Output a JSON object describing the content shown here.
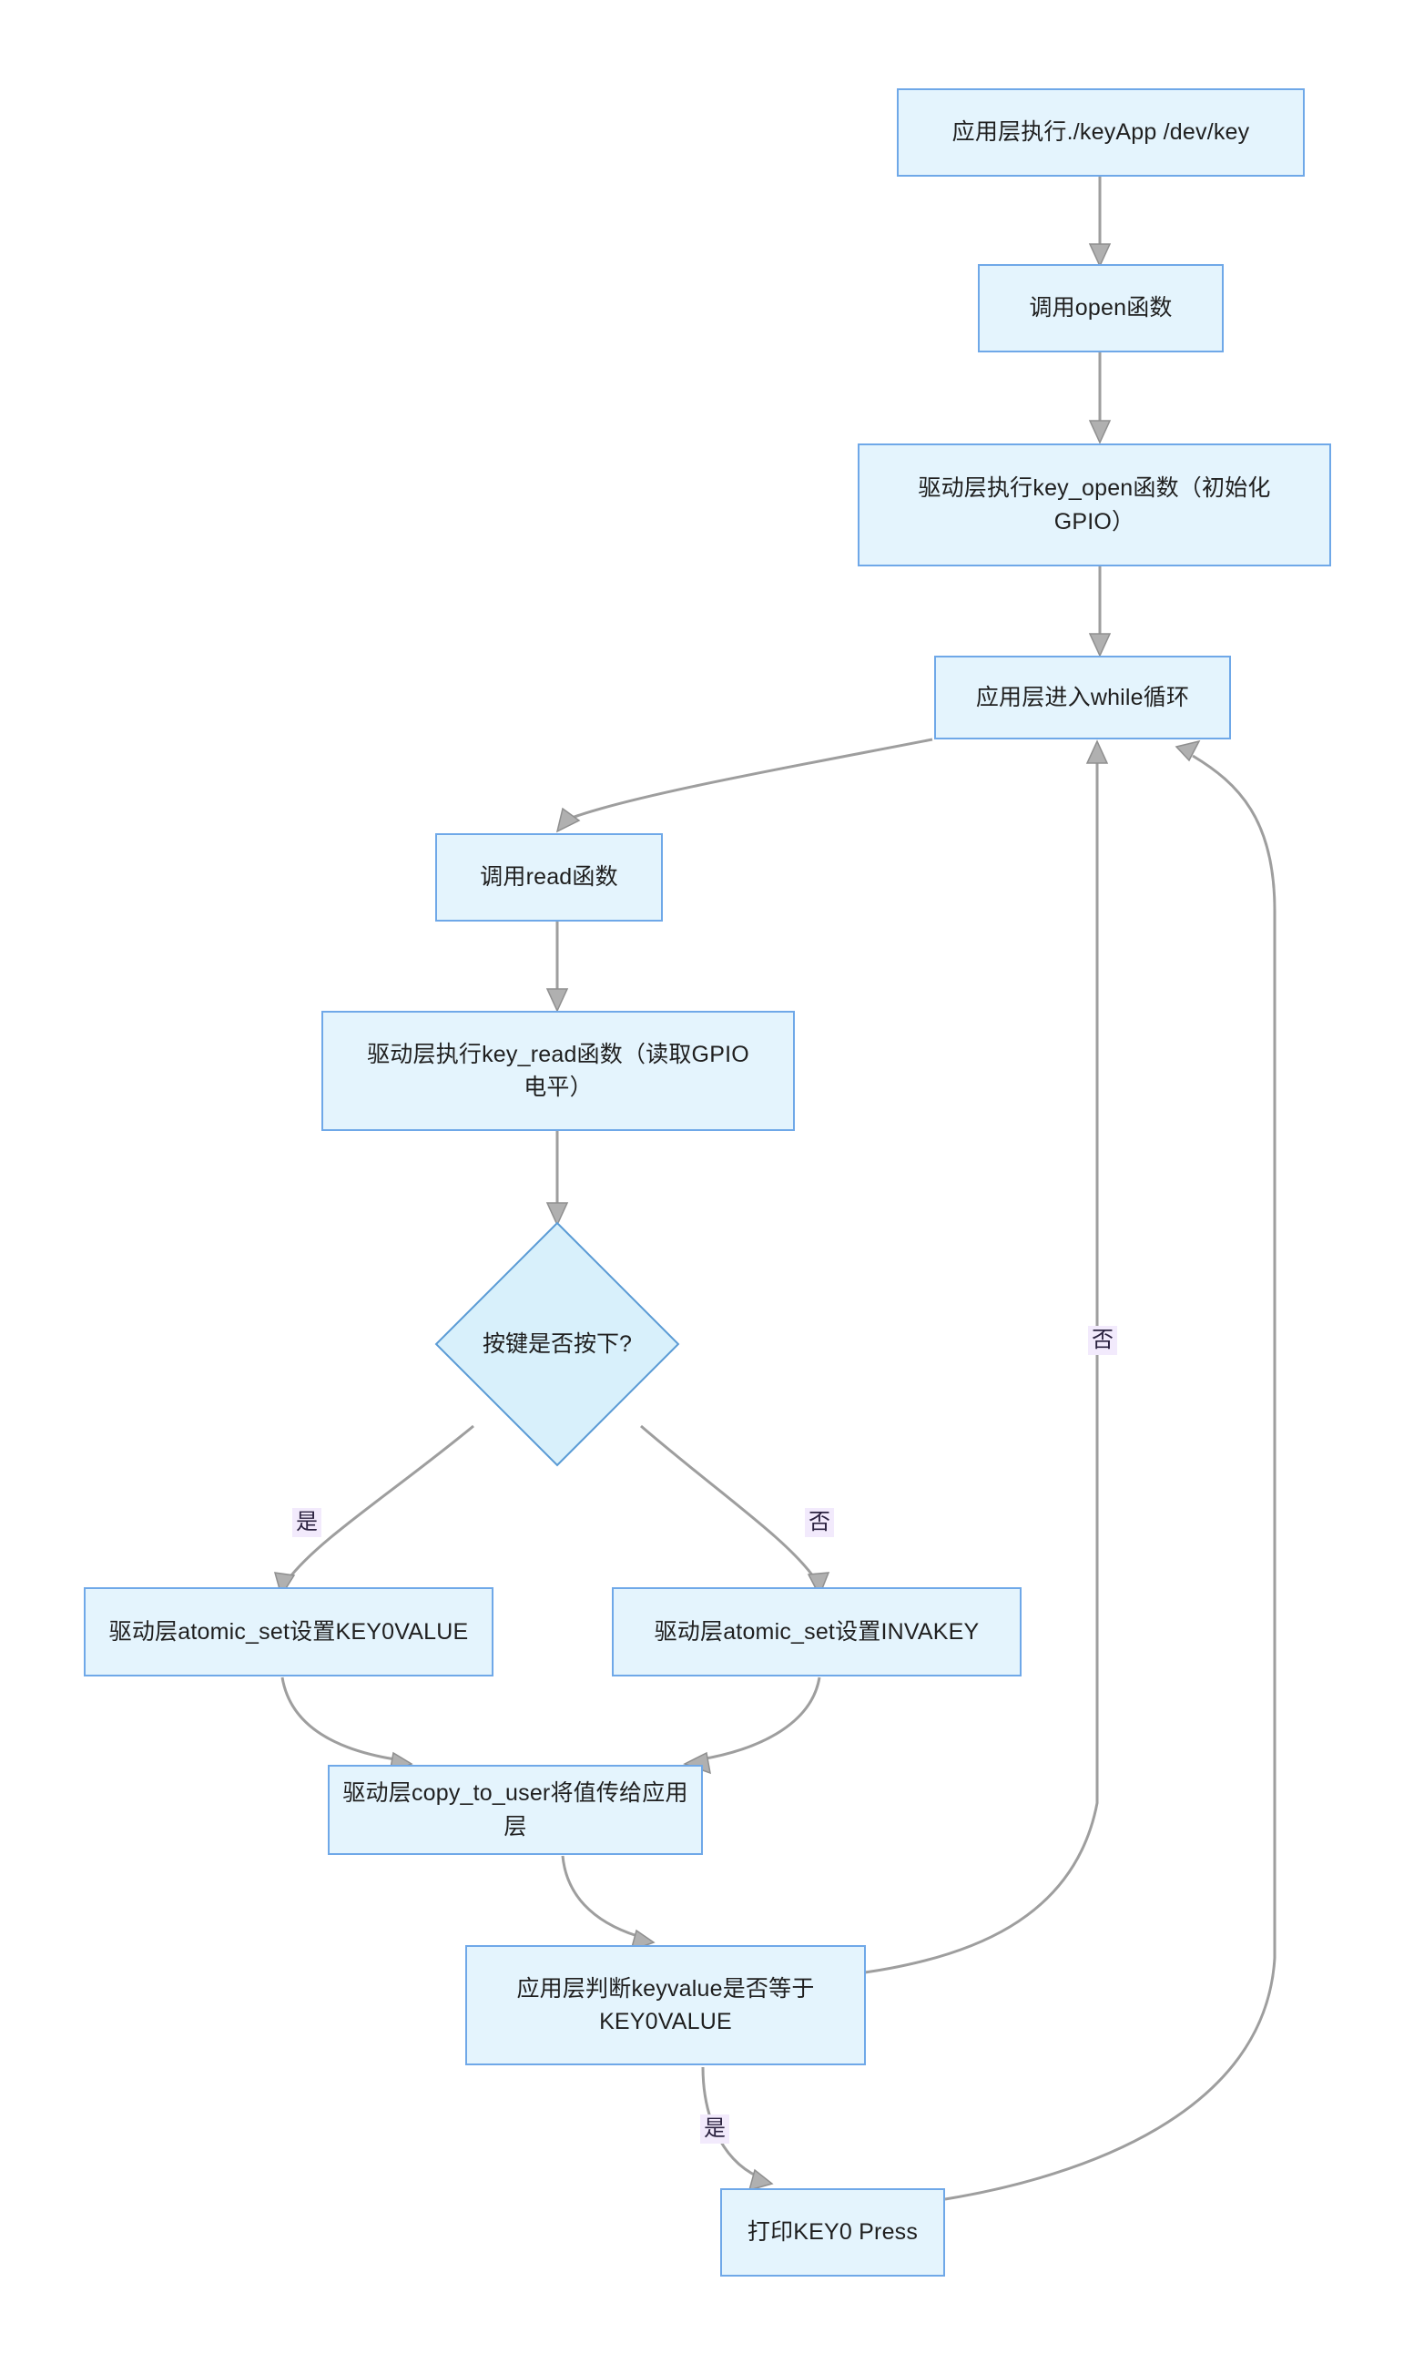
{
  "diagram": {
    "type": "flowchart",
    "direction": "top-down",
    "theme": {
      "node_fill": "#e4f4fd",
      "node_stroke": "#6fa8e8",
      "decision_fill": "#d8f0fb",
      "decision_stroke": "#5b9bd5",
      "edge_stroke": "#9e9e9e",
      "edge_label_bg": "#f2eafc",
      "text_color": "#1f1f1f",
      "background": "#ffffff"
    },
    "nodes": [
      {
        "id": "n1",
        "shape": "rect",
        "label": "应用层执行./keyApp /dev/key"
      },
      {
        "id": "n2",
        "shape": "rect",
        "label": "调用open函数"
      },
      {
        "id": "n3",
        "shape": "rect",
        "label": "驱动层执行key_open函数（初始化\nGPIO）"
      },
      {
        "id": "n4",
        "shape": "rect",
        "label": "应用层进入while循环"
      },
      {
        "id": "n5",
        "shape": "rect",
        "label": "调用read函数"
      },
      {
        "id": "n6",
        "shape": "rect",
        "label": "驱动层执行key_read函数（读取GPIO\n电平）"
      },
      {
        "id": "n7",
        "shape": "diamond",
        "label": "按键是否按下?"
      },
      {
        "id": "n8",
        "shape": "rect",
        "label": "驱动层atomic_set设置KEY0VALUE"
      },
      {
        "id": "n9",
        "shape": "rect",
        "label": "驱动层atomic_set设置INVAKEY"
      },
      {
        "id": "n10",
        "shape": "rect",
        "label": "驱动层copy_to_user将值传给应用层"
      },
      {
        "id": "n11",
        "shape": "rect",
        "label": "应用层判断keyvalue是否等于\nKEY0VALUE"
      },
      {
        "id": "n12",
        "shape": "rect",
        "label": "打印KEY0 Press"
      }
    ],
    "edges": [
      {
        "from": "n1",
        "to": "n2",
        "label": ""
      },
      {
        "from": "n2",
        "to": "n3",
        "label": ""
      },
      {
        "from": "n3",
        "to": "n4",
        "label": ""
      },
      {
        "from": "n4",
        "to": "n5",
        "label": ""
      },
      {
        "from": "n5",
        "to": "n6",
        "label": ""
      },
      {
        "from": "n6",
        "to": "n7",
        "label": ""
      },
      {
        "from": "n7",
        "to": "n8",
        "label": "是"
      },
      {
        "from": "n7",
        "to": "n9",
        "label": "否"
      },
      {
        "from": "n8",
        "to": "n10",
        "label": ""
      },
      {
        "from": "n9",
        "to": "n10",
        "label": ""
      },
      {
        "from": "n10",
        "to": "n11",
        "label": ""
      },
      {
        "from": "n11",
        "to": "n12",
        "label": "是"
      },
      {
        "from": "n11",
        "to": "n4",
        "label": "否"
      },
      {
        "from": "n12",
        "to": "n4",
        "label": ""
      }
    ],
    "edge_labels": {
      "yes_branch_press": "是",
      "no_branch_press": "否",
      "yes_branch_keyvalue": "是",
      "no_branch_keyvalue": "否"
    }
  }
}
